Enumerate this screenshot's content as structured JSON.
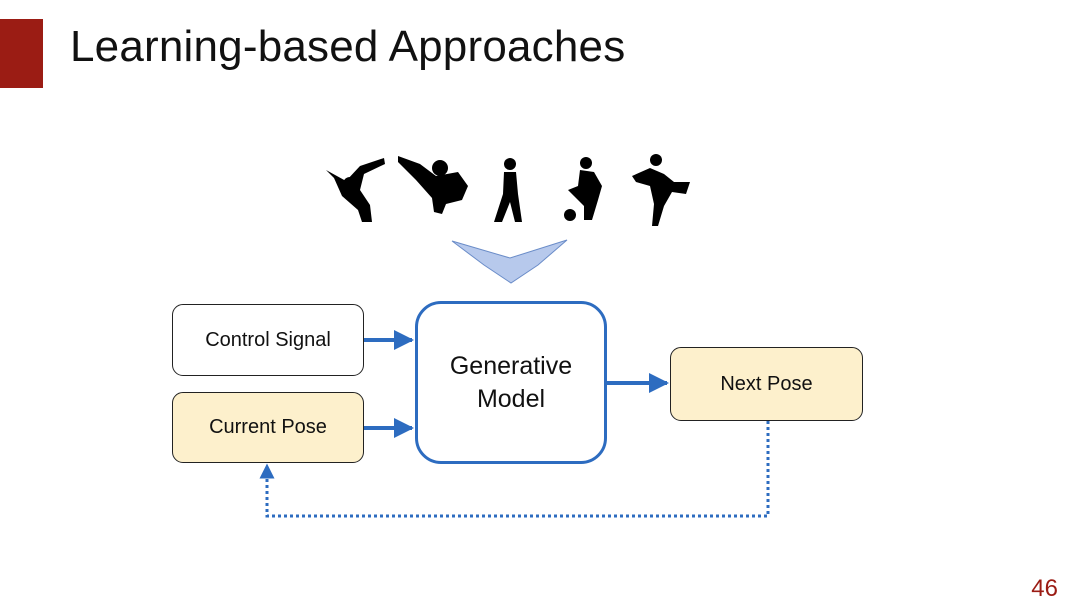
{
  "slide": {
    "title": "Learning-based Approaches",
    "page_number": "46"
  },
  "diagram": {
    "dataset_icons": [
      "breakdance-silhouette-icon",
      "flying-kick-silhouette-icon",
      "walking-silhouette-icon",
      "soccer-silhouette-icon",
      "dancing-silhouette-icon"
    ],
    "nodes": {
      "control_signal": "Control Signal",
      "current_pose": "Current Pose",
      "generative_model_line1": "Generative",
      "generative_model_line2": "Model",
      "next_pose": "Next Pose"
    },
    "colors": {
      "accent": "#9b1c14",
      "arrow_blue": "#2d6cc0",
      "pose_fill": "#fdf0cc",
      "funnel_fill": "#b7c9ec"
    }
  }
}
